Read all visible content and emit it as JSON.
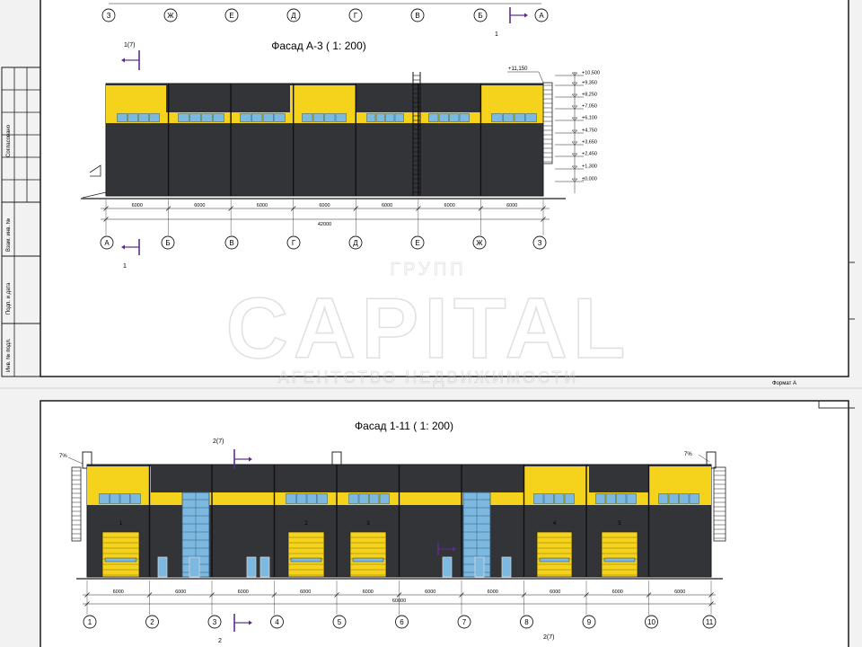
{
  "colors": {
    "dark": "#333437",
    "yellow": "#f5d21c",
    "glass": "#7db8e0",
    "line": "#1a1a1a"
  },
  "sheet_top": {
    "top_axes": [
      "З",
      "Ж",
      "Е",
      "Д",
      "Г",
      "В",
      "Б",
      "А"
    ],
    "top_cut_label": "1",
    "title": "Фасад А-3 ( 1: 200)",
    "cut_label_top": "1(7)",
    "cut_label_bottom": "1",
    "level_top": "+11,150",
    "levels": [
      "+10,500",
      "+9,350",
      "+8,250",
      "+7,050",
      "+6,100",
      "+4,750",
      "+3,650",
      "+2,450",
      "+1,300",
      "±0,000"
    ],
    "dims": [
      "6000",
      "6000",
      "6000",
      "6000",
      "6000",
      "6000",
      "6000"
    ],
    "dim_total": "42000",
    "bottom_axes": [
      "А",
      "Б",
      "В",
      "Г",
      "Д",
      "Е",
      "Ж",
      "З"
    ],
    "side_stamp": [
      "Согласовано",
      "Взам. инв. №",
      "Подп. и дата",
      "Инв. № подл."
    ],
    "format": "Формат А"
  },
  "sheet_bottom": {
    "title": "Фасад 1-11 ( 1: 200)",
    "cut_label_top": "2(7)",
    "cut_label_bottom": "2",
    "corner_label_left": "7%",
    "corner_label_right": "7%",
    "gate_numbers": [
      "1",
      "2",
      "3",
      "4",
      "5"
    ],
    "dims": [
      "6000",
      "6000",
      "6000",
      "6000",
      "6000",
      "6000",
      "6000",
      "6000",
      "6000",
      "6000"
    ],
    "dim_total": "60000",
    "axes": [
      "1",
      "2",
      "3",
      "4",
      "5",
      "6",
      "7",
      "8",
      "9",
      "10",
      "11"
    ],
    "cut_label_next": "2(7)"
  },
  "watermark": {
    "small": "ГРУПП",
    "big": "CAPITAL",
    "sub": "АГЕНТСТВО НЕДВИЖИМОСТИ"
  }
}
